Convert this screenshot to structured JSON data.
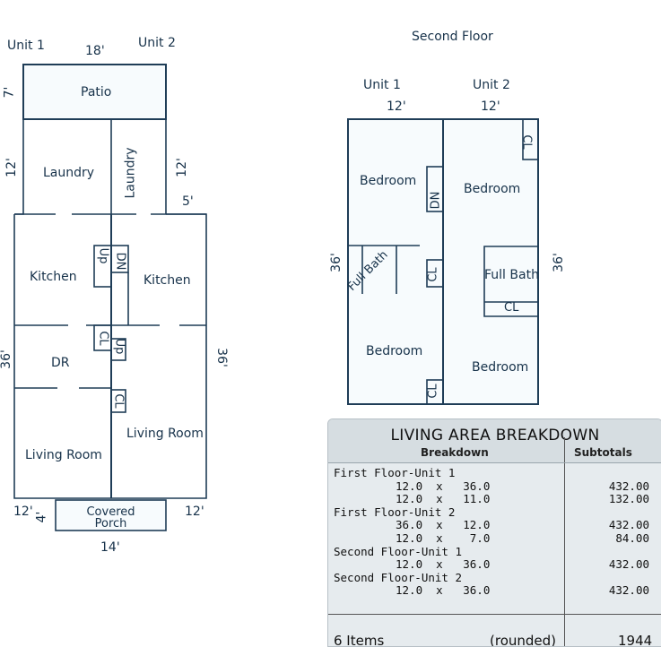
{
  "second_floor": {
    "title": "Second Floor",
    "unit1": "Unit 1",
    "unit2": "Unit 2",
    "dim_unit1_width": "12'",
    "dim_unit2_width": "12'",
    "dim_left_depth": "36'",
    "dim_right_depth": "36'",
    "rooms": {
      "bedroom_top_left": "Bedroom",
      "bedroom_top_right": "Bedroom",
      "full_bath_left": "Full Bath",
      "full_bath_right": "Full Bath",
      "bedroom_bottom_left": "Bedroom",
      "bedroom_bottom_right": "Bedroom",
      "closet_top": "CL",
      "closet_mid": "CL",
      "closet_bath": "CL",
      "closet_bottom": "CL",
      "stair_dn": "DN"
    }
  },
  "first_floor": {
    "unit1": "Unit 1",
    "unit2": "Unit 2",
    "dim_patio_width": "18'",
    "dim_patio_depth": "7'",
    "dim_laundry_left": "12'",
    "dim_laundry_right": "12'",
    "dim_offset": "5'",
    "dim_left_depth": "36'",
    "dim_right_depth": "36'",
    "dim_bottom_left": "12'",
    "dim_bottom_right": "12'",
    "dim_porch_depth": "4'",
    "dim_porch_width": "14'",
    "rooms": {
      "patio": "Patio",
      "laundry_left": "Laundry",
      "laundry_right": "Laundry",
      "kitchen_left": "Kitchen",
      "kitchen_right": "Kitchen",
      "dining": "DR",
      "living_left": "Living Room",
      "living_right": "Living Room",
      "porch_line1": "Covered",
      "porch_line2": "Porch",
      "stair_up_top": "Up",
      "stair_dn": "DN",
      "stair_up_mid": "Up",
      "closet_left": "CL",
      "closet_bottom": "CL"
    }
  },
  "breakdown": {
    "title": "LIVING AREA BREAKDOWN",
    "col_breakdown": "Breakdown",
    "col_subtotals": "Subtotals",
    "rows": [
      {
        "label": "First Floor-Unit 1",
        "calc": "",
        "subtotal": ""
      },
      {
        "label": "",
        "calc": "12.0  x   36.0",
        "subtotal": "432.00"
      },
      {
        "label": "",
        "calc": "12.0  x   11.0",
        "subtotal": "132.00"
      },
      {
        "label": "First Floor-Unit 2",
        "calc": "",
        "subtotal": ""
      },
      {
        "label": "",
        "calc": "36.0  x   12.0",
        "subtotal": "432.00"
      },
      {
        "label": "",
        "calc": "12.0  x    7.0",
        "subtotal": "84.00"
      },
      {
        "label": "Second Floor-Unit 1",
        "calc": "",
        "subtotal": ""
      },
      {
        "label": "",
        "calc": "12.0  x   36.0",
        "subtotal": "432.00"
      },
      {
        "label": "Second Floor-Unit 2",
        "calc": "",
        "subtotal": ""
      },
      {
        "label": "",
        "calc": "12.0  x   36.0",
        "subtotal": "432.00"
      }
    ],
    "footer_items": "6 Items",
    "footer_rounded": "(rounded)",
    "footer_total": "1944"
  },
  "colors": {
    "wall": "#1f3d57",
    "floor": "#f7fbfd",
    "table_bg": "#e6ebee"
  }
}
